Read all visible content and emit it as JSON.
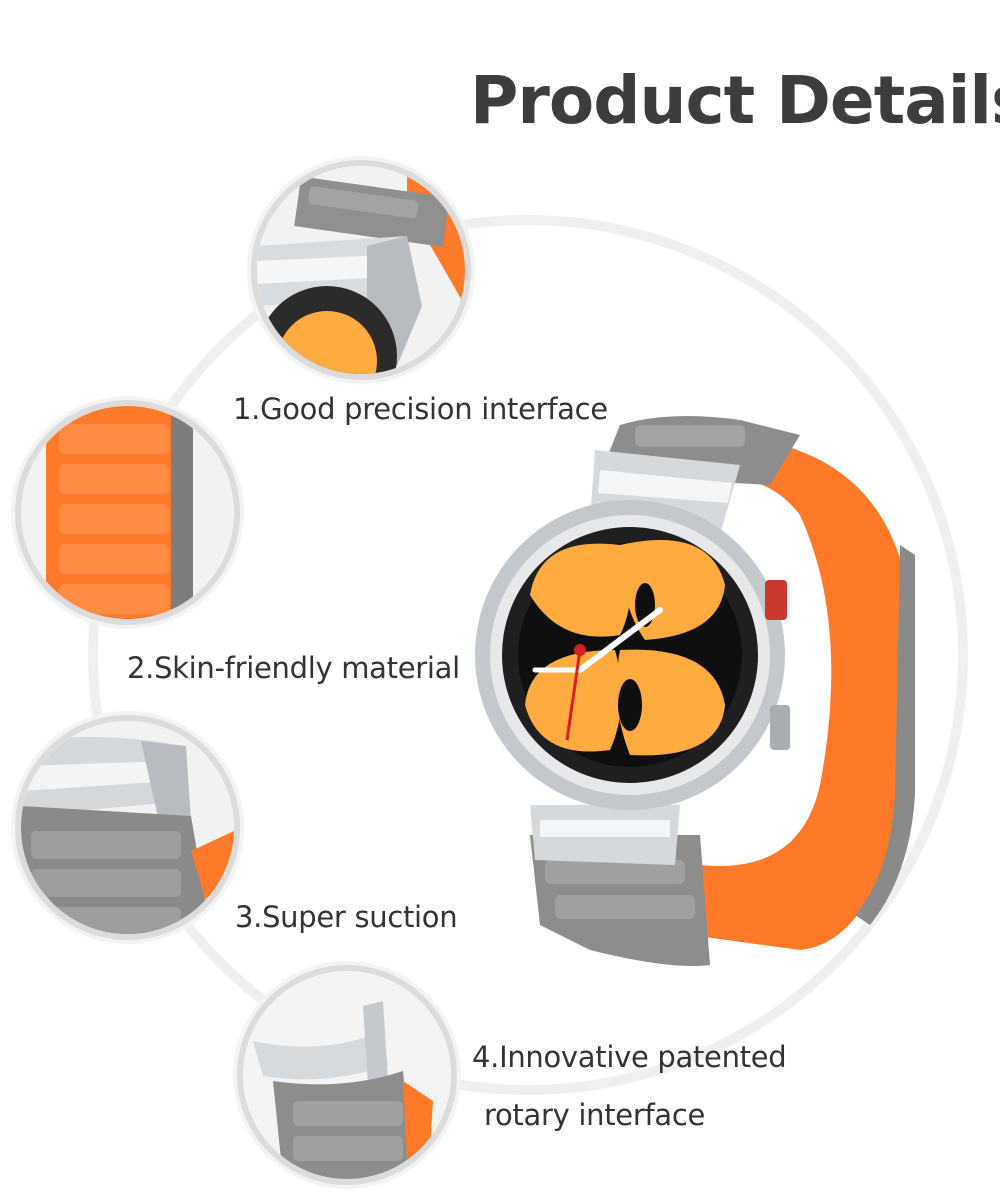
{
  "header": {
    "title": "Product Details"
  },
  "features": [
    {
      "label": "1.Good precision interface"
    },
    {
      "label": "2.Skin-friendly material"
    },
    {
      "label": "3.Super suction"
    },
    {
      "label_line1": "4.Innovative patented",
      "label_line2": "rotary interface"
    }
  ],
  "colors": {
    "band_orange": "#ff7a28",
    "band_gray": "#8a8a8a",
    "dial_orange": "#ffab40",
    "case_silver": "#c8cbcf",
    "title_text": "#3d3d3d"
  }
}
